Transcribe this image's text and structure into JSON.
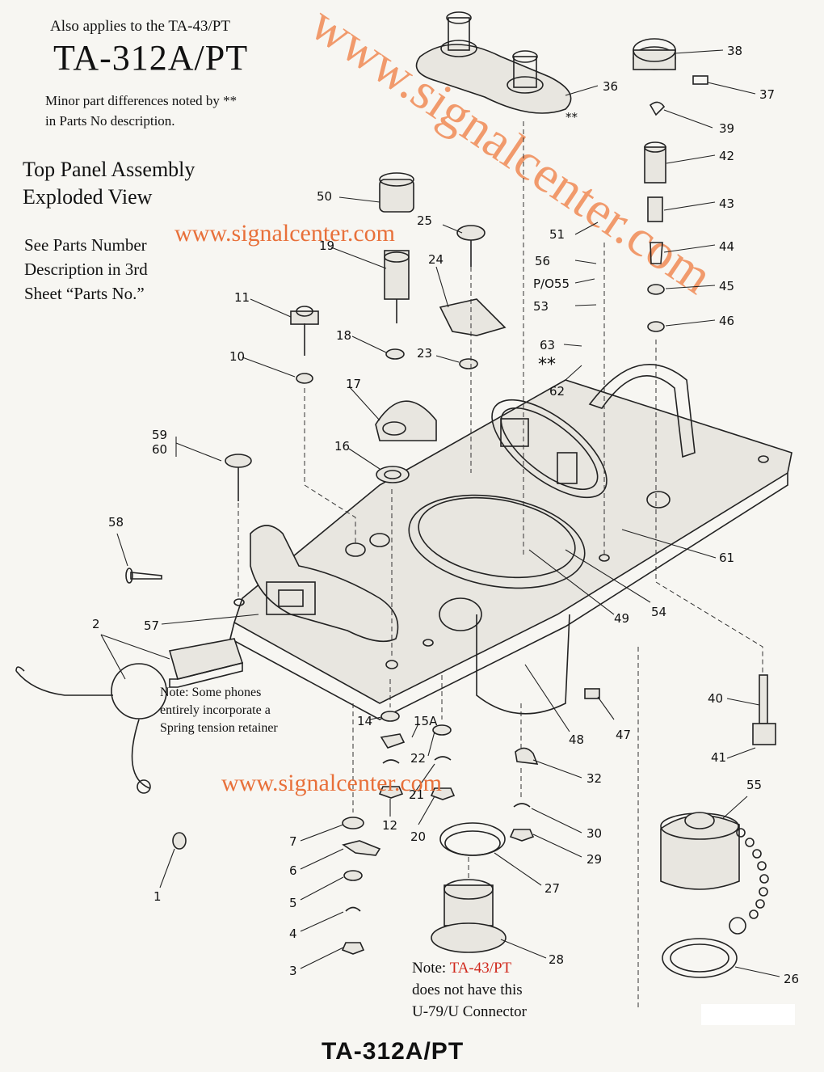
{
  "header": {
    "applies_note": "Also applies to the TA-43/PT",
    "title": "TA-312A/PT",
    "minor_note": "Minor part differences noted by **\nin Parts No description.",
    "section_title": "Top Panel Assembly\nExploded View",
    "see_parts": "See Parts Number\nDescription in 3rd\nSheet “Parts No.”"
  },
  "watermarks": {
    "diagonal": "www.signalcenter.com",
    "upper": "www.signalcenter.com",
    "lower": "www.signalcenter.com"
  },
  "notes": {
    "spring_note": "Note: Some phones\nentirely incorporate a\nSpring tension retainer",
    "connector_prefix": "Note: ",
    "connector_model": "TA-43/PT",
    "connector_line2": "does not have this",
    "connector_line3": "U-79/U Connector",
    "double_star_1": "**",
    "double_star_2": "**"
  },
  "bottom_title": "TA-312A/PT",
  "part_labels": {
    "p1": "1",
    "p2": "2",
    "p3": "3",
    "p4": "4",
    "p5": "5",
    "p6": "6",
    "p7": "7",
    "p10": "10",
    "p11": "11",
    "p12": "12",
    "p14": "14",
    "p15a": "15A",
    "p16": "16",
    "p17": "17",
    "p18": "18",
    "p19": "19",
    "p20": "20",
    "p21": "21",
    "p22": "22",
    "p23": "23",
    "p24": "24",
    "p25": "25",
    "p26": "26",
    "p27": "27",
    "p28": "28",
    "p29": "29",
    "p30": "30",
    "p32": "32",
    "p36": "36",
    "p37": "37",
    "p38": "38",
    "p39": "39",
    "p40": "40",
    "p41": "41",
    "p42": "42",
    "p43": "43",
    "p44": "44",
    "p45": "45",
    "p46": "46",
    "p47": "47",
    "p48": "48",
    "p49": "49",
    "p50": "50",
    "p51": "51",
    "p53": "53",
    "p54": "54",
    "p55": "55",
    "p56": "56",
    "p57": "57",
    "p58": "58",
    "p59": "59",
    "p60": "60",
    "p61": "61",
    "p62": "62",
    "p63": "63",
    "p055": "P/O55"
  },
  "colors": {
    "watermark": "#e8703a",
    "note_red": "#d0281c",
    "ink": "#111111"
  }
}
